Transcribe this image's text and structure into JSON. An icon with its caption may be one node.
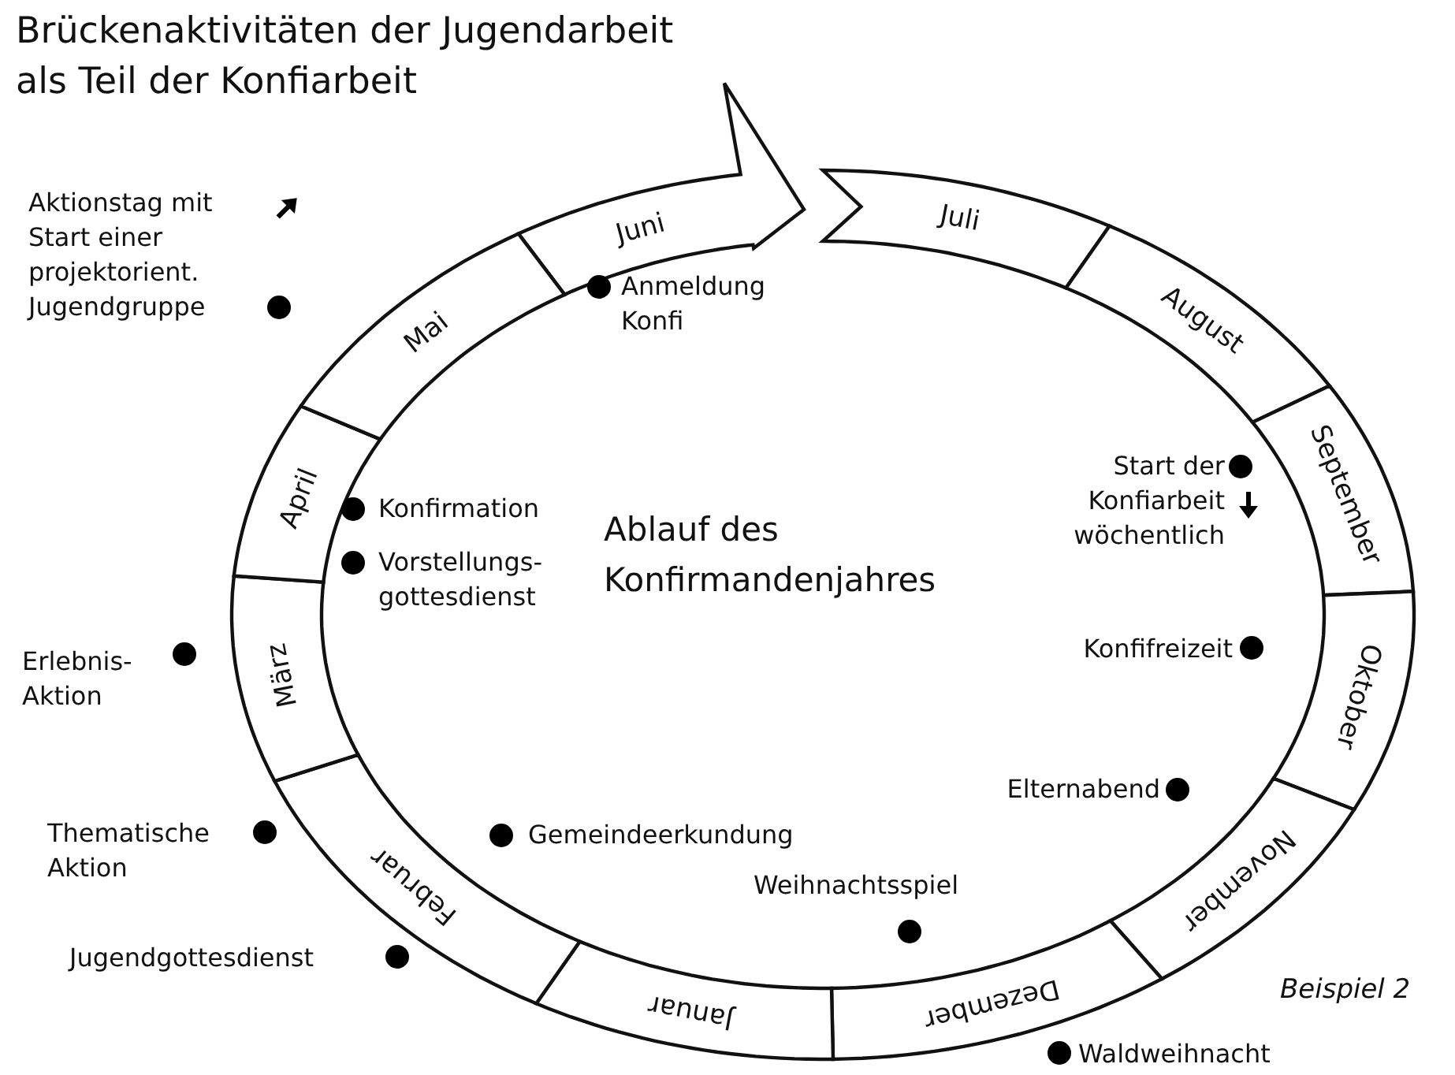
{
  "diagram": {
    "title": "Brückenaktivitäten der Jugendarbeit als Teil der Konfiarbeit",
    "caption": "Beispiel 2",
    "nodes": [
      {
        "text": [
          "Juni"
        ]
      },
      {
        "text": [
          "Juli"
        ]
      },
      {
        "text": [
          "August"
        ]
      },
      {
        "text": [
          "September"
        ]
      },
      {
        "text": [
          "Oktober"
        ]
      },
      {
        "text": [
          "November"
        ]
      },
      {
        "text": [
          "Dezember"
        ]
      },
      {
        "text": [
          "Januar"
        ]
      },
      {
        "text": [
          "Februar"
        ]
      },
      {
        "text": [
          "März"
        ]
      },
      {
        "text": [
          "April"
        ]
      },
      {
        "text": [
          "Mai"
        ]
      }
    ],
    "labels": [
      "Aktionstag mit Start einer projektorient. Jugendgruppe",
      "Anmeldung Konfi",
      "Konfirmation",
      "Ablauf des Konfirmandenjahres",
      "Start der Konfiarbeit wöchentlich",
      "Vorstellungs- gottesdienst",
      "Erlebnis- Aktion",
      "Konfifreizeit",
      "Elternabend",
      "Thematische Aktion",
      "Gemeindeerkundung",
      "Weihnachtsspiel",
      "Jugendgottesdienst",
      "Waldweihnacht"
    ]
  }
}
